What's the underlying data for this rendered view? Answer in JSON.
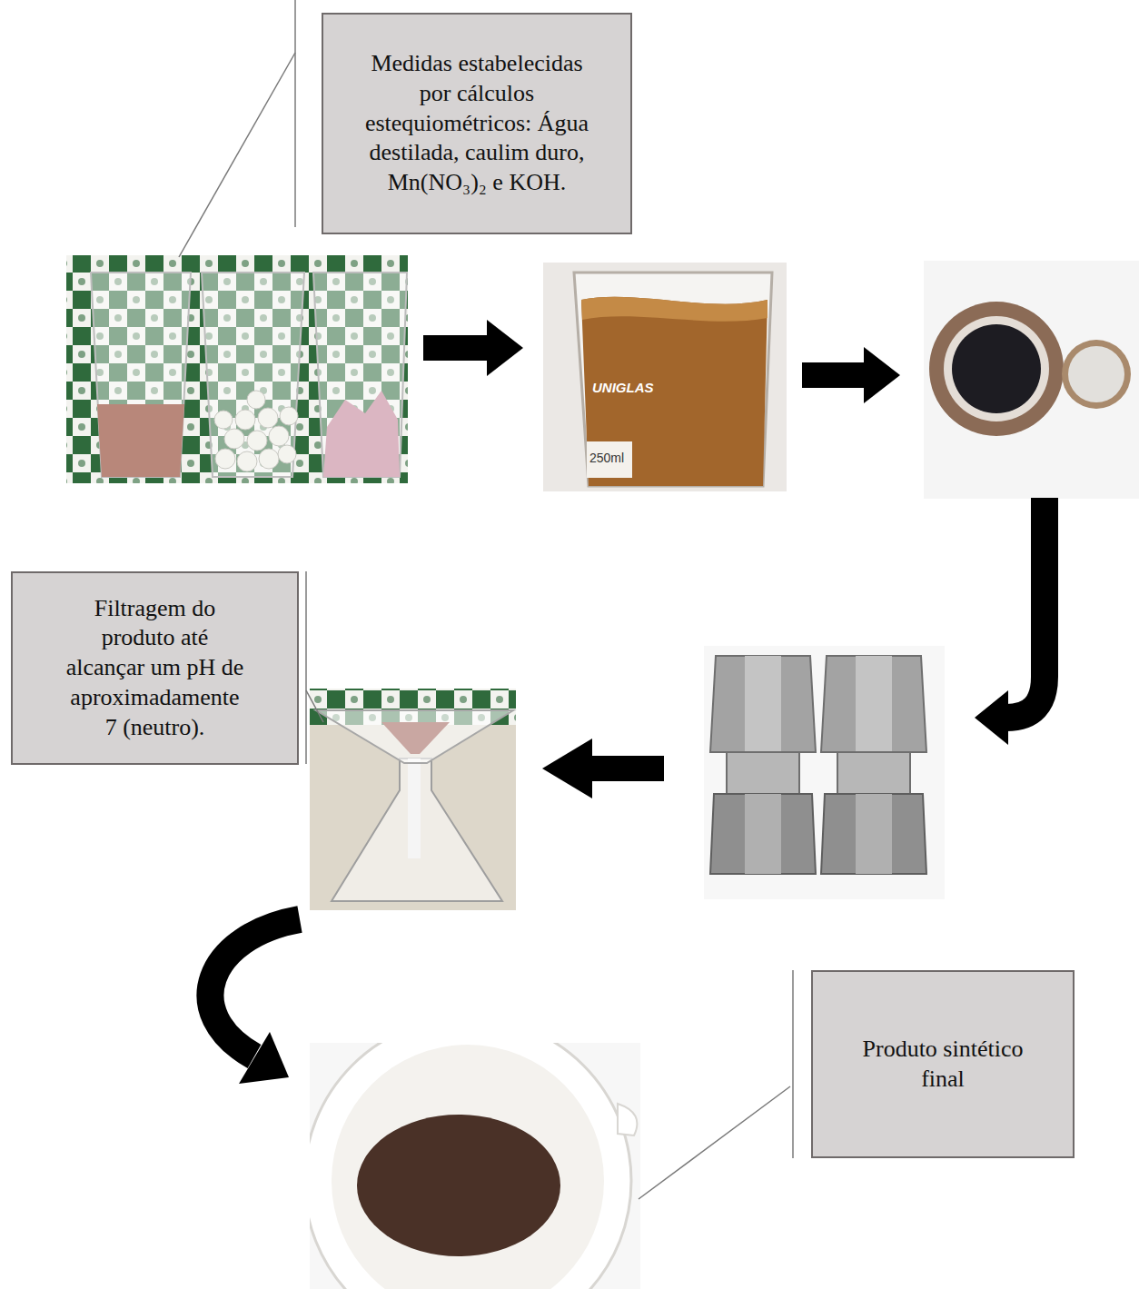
{
  "diagram": {
    "nodes": [
      {
        "text": [
          "Medidas estabelecidas por cálculos estequiométricos: Água destilada, caulim duro, Mn(NO₃)₂ e KOH."
        ]
      },
      {
        "text": [
          "Filtragem do produto até alcançar um pH de aproximadamente 7 (neutro)."
        ]
      },
      {
        "text": [
          "Produto sintético final"
        ]
      }
    ],
    "labels": [
      "UNIGLAS",
      "250ml"
    ]
  }
}
